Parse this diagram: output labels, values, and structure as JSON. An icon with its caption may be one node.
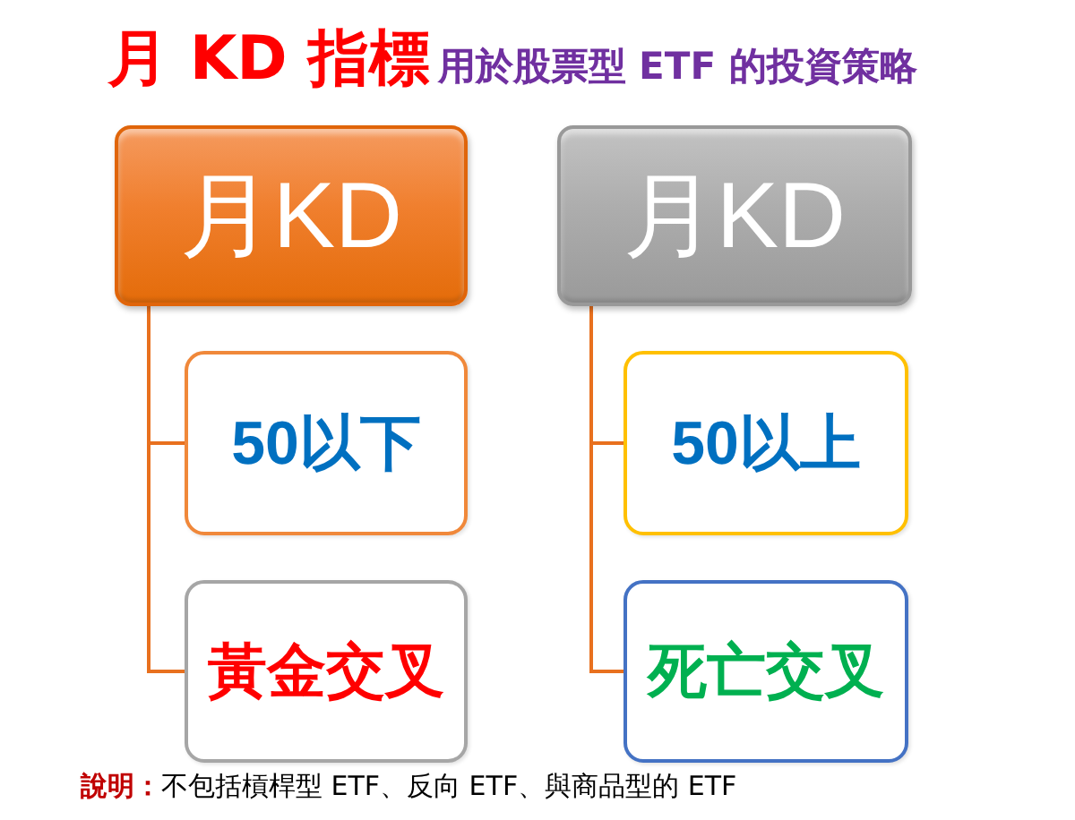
{
  "diagram": {
    "title": "月 KD 指標",
    "caption": "**說明：**不包括槓桿型 ETF、反向 ETF、與商品型的 ETF",
    "nodes": [
      {
        "text": [
          "月KD"
        ]
      },
      {
        "text": [
          "月KD"
        ]
      },
      {
        "text": [
          "50以下"
        ]
      },
      {
        "text": [
          "50以上"
        ]
      },
      {
        "text": [
          "黃金交叉"
        ]
      },
      {
        "text": [
          "死亡交叉"
        ]
      }
    ],
    "edges": [
      {
        "from": 0,
        "to": 2,
        "arrow": "none"
      },
      {
        "from": 0,
        "to": 4,
        "arrow": "none"
      },
      {
        "from": 1,
        "to": 3,
        "arrow": "none"
      },
      {
        "from": 1,
        "to": 5,
        "arrow": "none"
      }
    ],
    "labels": [
      "用於股票型 ETF 的投資策略"
    ]
  }
}
